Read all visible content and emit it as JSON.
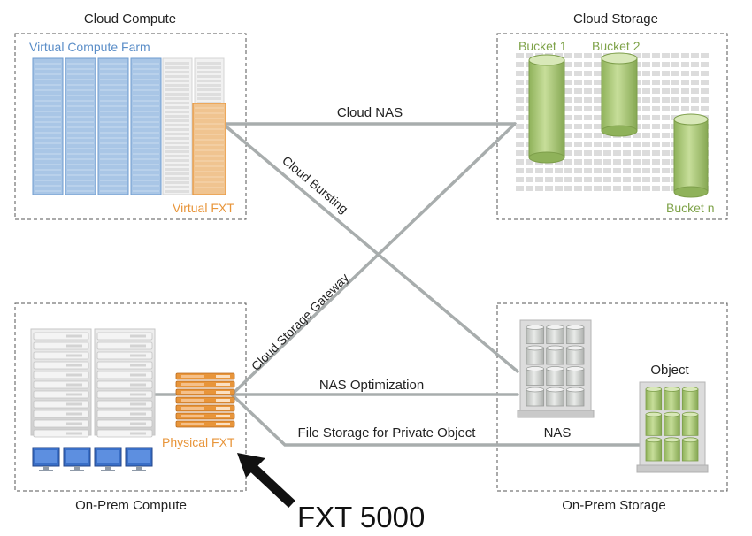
{
  "sections": {
    "cloud_compute": "Cloud Compute",
    "cloud_storage": "Cloud Storage",
    "onprem_compute": "On-Prem Compute",
    "onprem_storage": "On-Prem Storage"
  },
  "labels": {
    "virtual_compute_farm": "Virtual Compute Farm",
    "virtual_fxt": "Virtual FXT",
    "physical_fxt": "Physical FXT",
    "bucket_1": "Bucket 1",
    "bucket_2": "Bucket 2",
    "bucket_n": "Bucket n",
    "nas": "NAS",
    "object": "Object",
    "fxt_5000": "FXT 5000"
  },
  "connections": {
    "cloud_nas": "Cloud NAS",
    "cloud_bursting": "Cloud Bursting",
    "cloud_storage_gateway": "Cloud Storage Gateway",
    "nas_optimization": "NAS Optimization",
    "file_storage_private_object": "File Storage for Private Object"
  },
  "colors": {
    "compute_blue": "#9fbfe0",
    "fxt_orange": "#e8953a",
    "bucket_green": "#9cc06b",
    "line_gray": "#a8adad",
    "storage_gray": "#d8d8d8"
  },
  "icons": [
    "server-rack-icon",
    "monitor-icon",
    "cylinder-icon",
    "arrow-icon"
  ]
}
